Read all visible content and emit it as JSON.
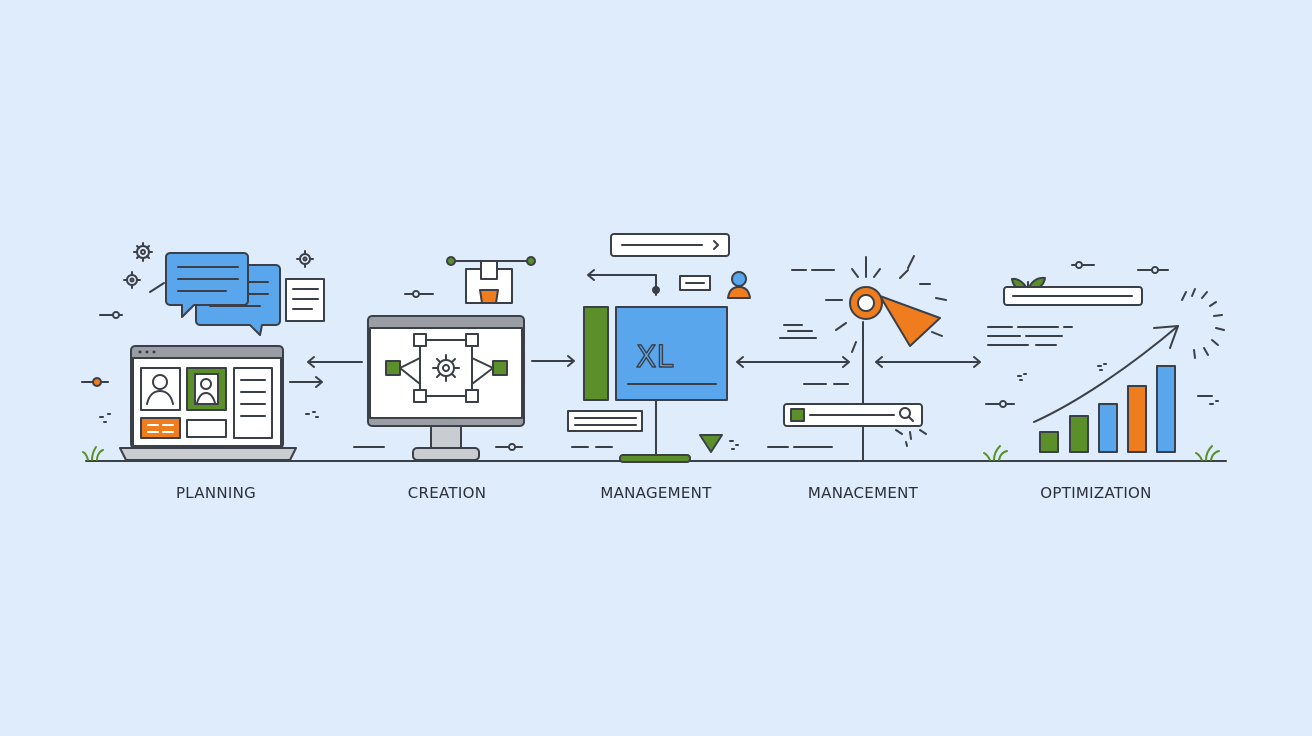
{
  "stages": [
    {
      "label": "PLANNING"
    },
    {
      "label": "CREATION"
    },
    {
      "label": "MANAGEMENT"
    },
    {
      "label": "MANACEMENT"
    },
    {
      "label": "OPTIMIZATION"
    }
  ],
  "management_screen_text": "XL",
  "colors": {
    "background": "#deecfb",
    "stroke": "#3b3f47",
    "blue": "#5aa6ec",
    "green": "#5a8f2a",
    "orange": "#f07d1d",
    "white": "#ffffff",
    "gray": "#9a9ea4"
  },
  "icons": [
    "gear-icon",
    "chat-bubble-icon",
    "laptop-icon",
    "profile-card-icon",
    "monitor-icon",
    "network-diagram-icon",
    "drone-icon",
    "user-icon",
    "search-bar-icon",
    "spotlight-icon",
    "bar-chart-icon",
    "growth-arrow-icon",
    "plant-icon",
    "grass-icon"
  ]
}
